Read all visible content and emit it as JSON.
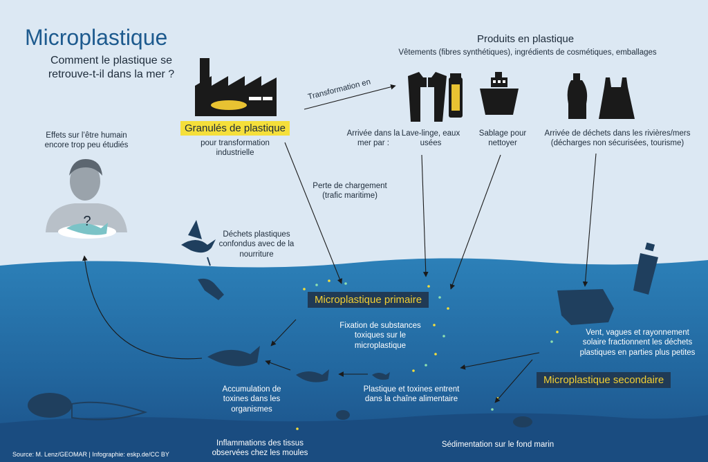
{
  "title": "Microplastique",
  "subtitle": "Comment le plastique se retrouve-t-il dans la mer ?",
  "products": {
    "heading": "Produits en plastique",
    "examples": "Vêtements (fibres synthétiques), ingrédients de cosmétiques, emballages"
  },
  "transformation": "Transformation en",
  "granules": {
    "label": "Granulés de plastique",
    "note": "pour transformation industrielle"
  },
  "human": {
    "effects": "Effets sur l’être humain encore trop peu étudiés",
    "question": "?"
  },
  "arrival": "Arrivée dans la mer par :",
  "laundry": "Lave-linge, eaux usées",
  "sandblasting": "Sablage pour nettoyer",
  "rivers": "Arrivée de déchets dans les rivières/mers (décharges non sécurisées, tourisme)",
  "cargo_loss": "Perte de chargement (trafic maritime)",
  "bird": "Déchets plastiques confondus avec de la nourriture",
  "primary": "Microplastique primaire",
  "toxic_fixation": "Fixation de substances toxiques sur le microplastique",
  "weathering": "Vent, vagues et rayonnement solaire fractionnent les déchets plastiques en parties plus petites",
  "secondary": "Microplastique secondaire",
  "accumulation": "Accumulation de toxines dans les organismes",
  "food_chain": "Plastique et toxines entrent dans la chaîne alimentaire",
  "mussels": "Inflammations des tissus observées chez les moules",
  "sedimentation": "Sédimentation sur le fond marin",
  "source": "Source: M. Lenz/GEOMAR | Infographie: eskp.de/CC BY",
  "colors": {
    "sky": "#dce8f3",
    "sea_top": "#2c7fb6",
    "sea_bottom": "#1b4f86",
    "silhouette": "#1a1a1a",
    "highlight": "#f5df3b",
    "dark_label": "#203a55"
  }
}
